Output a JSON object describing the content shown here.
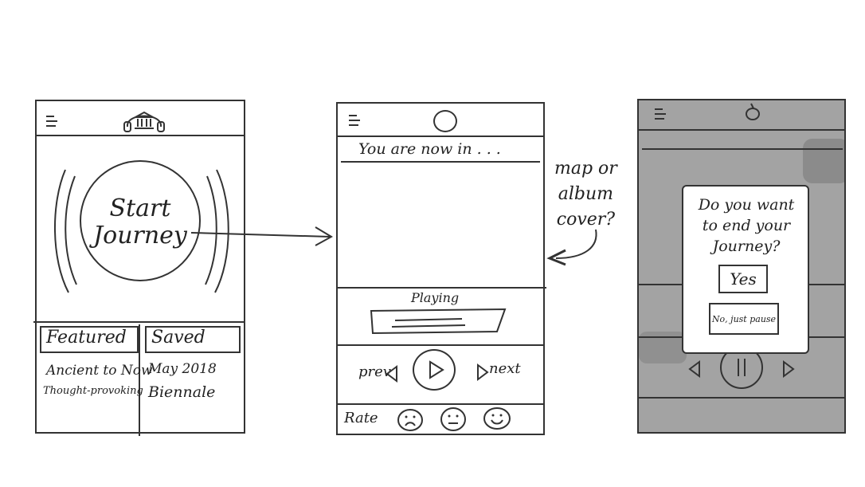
{
  "screen1": {
    "start_button": "Start\nJourney",
    "tabs": {
      "featured": "Featured",
      "saved": "Saved"
    },
    "featured_items": [
      "Ancient to Now",
      "Thought-provoking"
    ],
    "saved_items": [
      "May 2018",
      "Biennale"
    ]
  },
  "screen2": {
    "header": "You are now in . . .",
    "playing_label": "Playing",
    "prev_label": "prev",
    "next_label": "next",
    "rate_label": "Rate"
  },
  "annotation": "map or\nalbum\ncover?",
  "screen3": {
    "dialog_text": "Do you want\nto end your\nJourney?",
    "yes_label": "Yes",
    "no_label": "No, just pause"
  }
}
